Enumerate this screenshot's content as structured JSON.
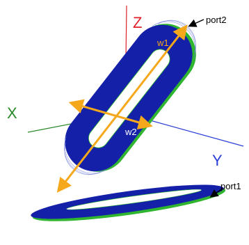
{
  "axes": {
    "z_label": "Z",
    "x_label": "X",
    "y_label": "Y"
  },
  "ports": {
    "port2_label": "port2",
    "port1_label": "port1"
  },
  "dimensions": {
    "w1_label": "w1",
    "w2_label": "w2"
  },
  "colors": {
    "coil_fill": "#1420a8",
    "coil_edge": "#2fb52f",
    "dimension": "#f5a81c",
    "z_axis": "#e0202a",
    "x_axis": "#2a8a2a",
    "y_axis": "#2b3fd6",
    "port_arrow": "#000000"
  }
}
